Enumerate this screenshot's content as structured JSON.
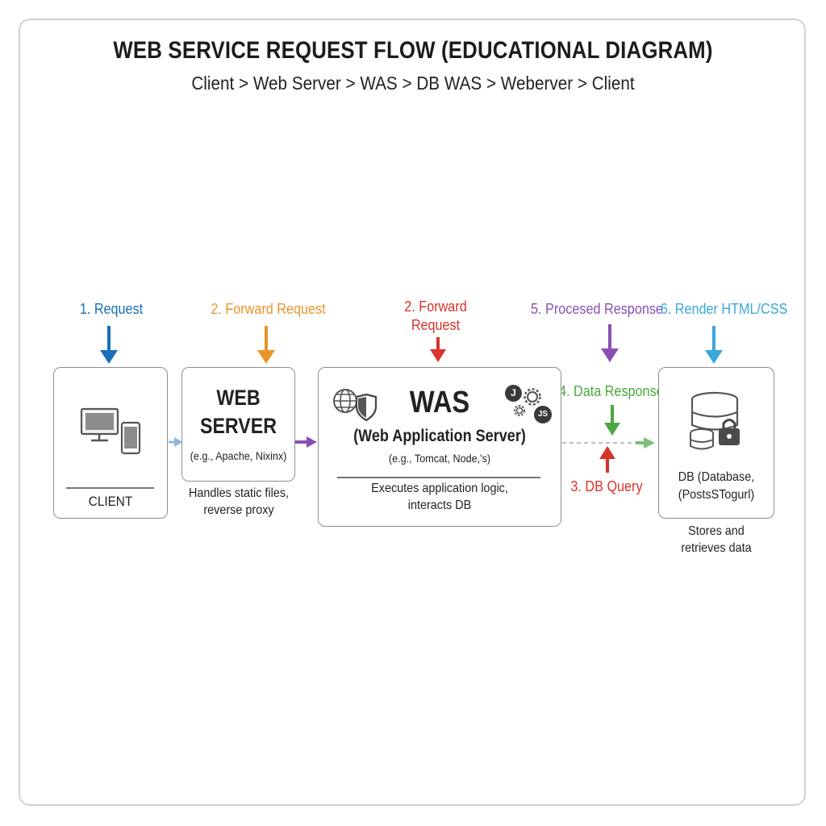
{
  "title": "WEB SERVICE REQUEST FLOW (EDUCATIONAL DIAGRAM)",
  "subtitle": "Client > Web Server > WAS > DB WAS > Weberver > Client",
  "colors": {
    "step1": "#1a6fb8",
    "step2": "#e8952a",
    "step2b": "#d9332b",
    "step3": "#d9332b",
    "step4": "#4aa83e",
    "step5": "#8a4fb6",
    "step6": "#3aa8d8"
  },
  "steps": {
    "request": "1. Request",
    "forward_request_web": "2. Forward Request",
    "forward_request_was_line1": "2. Forward",
    "forward_request_was_line2": "Request",
    "processed_response": "5. Procesed Response",
    "render": "6. Render HTML/CSS",
    "data_response": "4. Data Response",
    "db_query": "3. DB Query"
  },
  "client": {
    "label": "CLIENT",
    "icon": "desktop-and-phone-icon"
  },
  "web_server": {
    "title_line1": "WEB",
    "title_line2": "SERVER",
    "example": "(e.g., Apache, Nixinx)",
    "caption_line1": "Handles static files,",
    "caption_line2": "reverse proxy"
  },
  "was": {
    "title": "WAS",
    "full_name": "(Web Application Server)",
    "example": "(e.g., Tomcat, Node,'s)",
    "desc_line1": "Executes application logic,",
    "desc_line2": "interacts DB",
    "badge_j": "J",
    "badge_js": "JS",
    "icons": [
      "globe-icon",
      "shield-icon",
      "gears-icon"
    ]
  },
  "db": {
    "label_line1": "DB (Database,",
    "label_line2": "(PostsSTogurl)",
    "caption_line1": "Stores and",
    "caption_line2": "retrieves data",
    "icon": "database-lock-icon"
  }
}
